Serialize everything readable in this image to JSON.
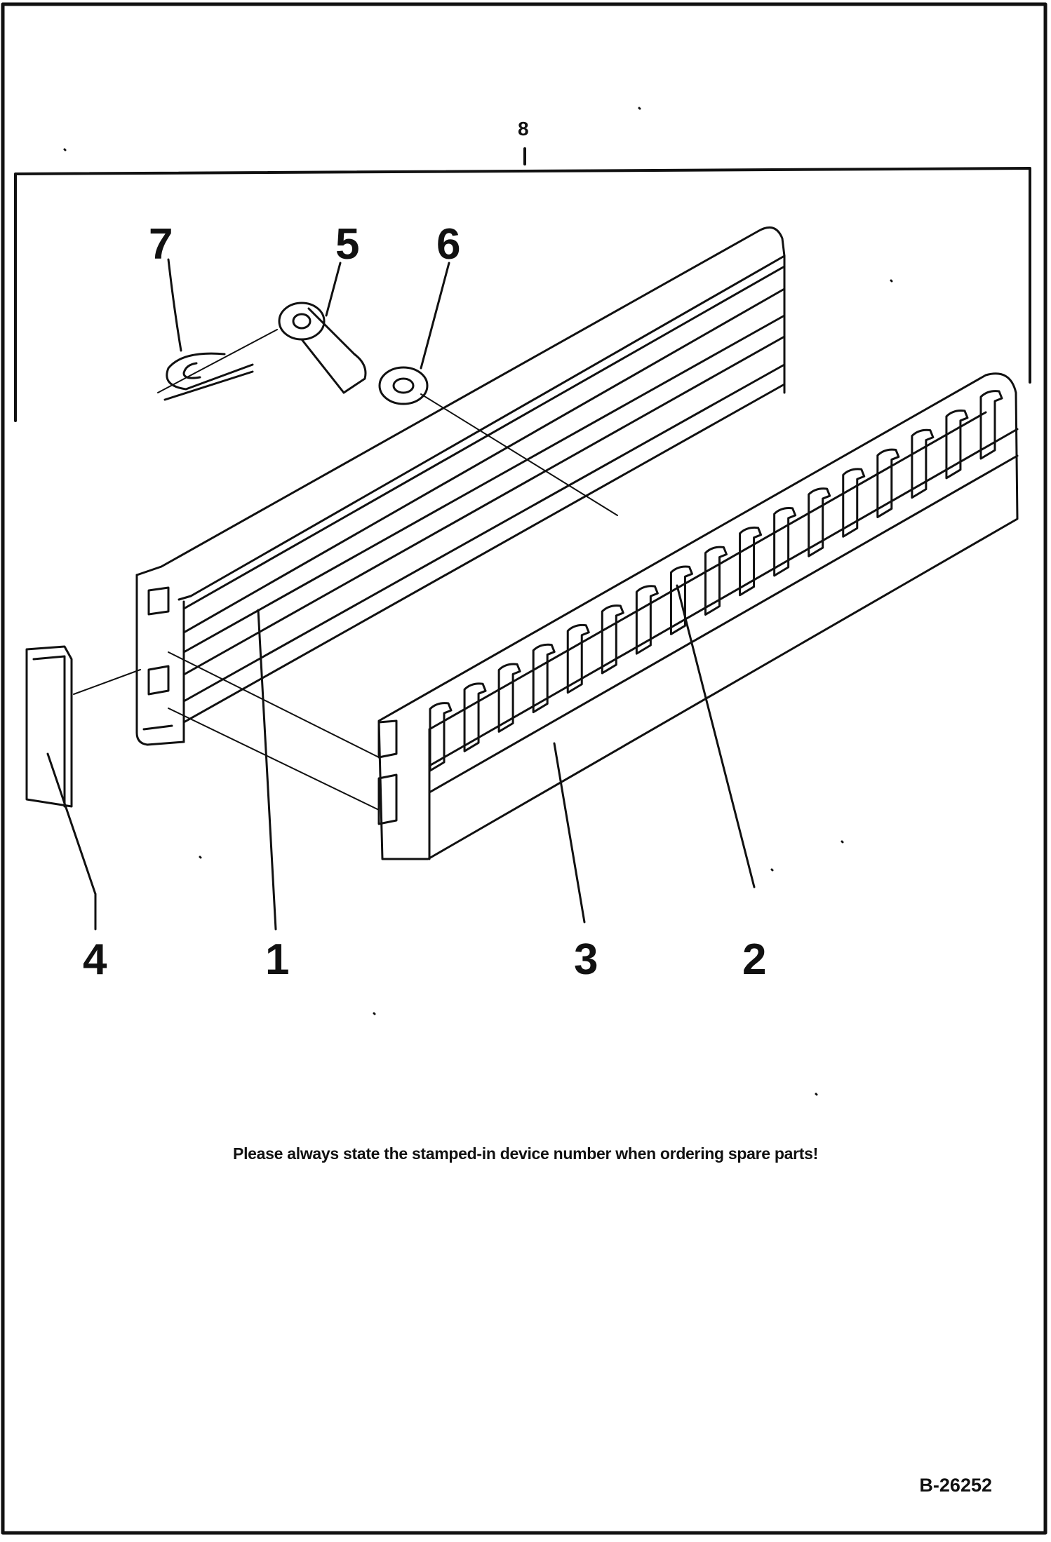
{
  "callouts": {
    "c1": "1",
    "c2": "2",
    "c3": "3",
    "c4": "4",
    "c5": "5",
    "c6": "6",
    "c7": "7",
    "c8": "8"
  },
  "note": "Please always state the stamped-in device number when ordering spare parts!",
  "figure_ref": "B-26252",
  "colors": {
    "ink": "#111111",
    "paper": "#ffffff"
  }
}
